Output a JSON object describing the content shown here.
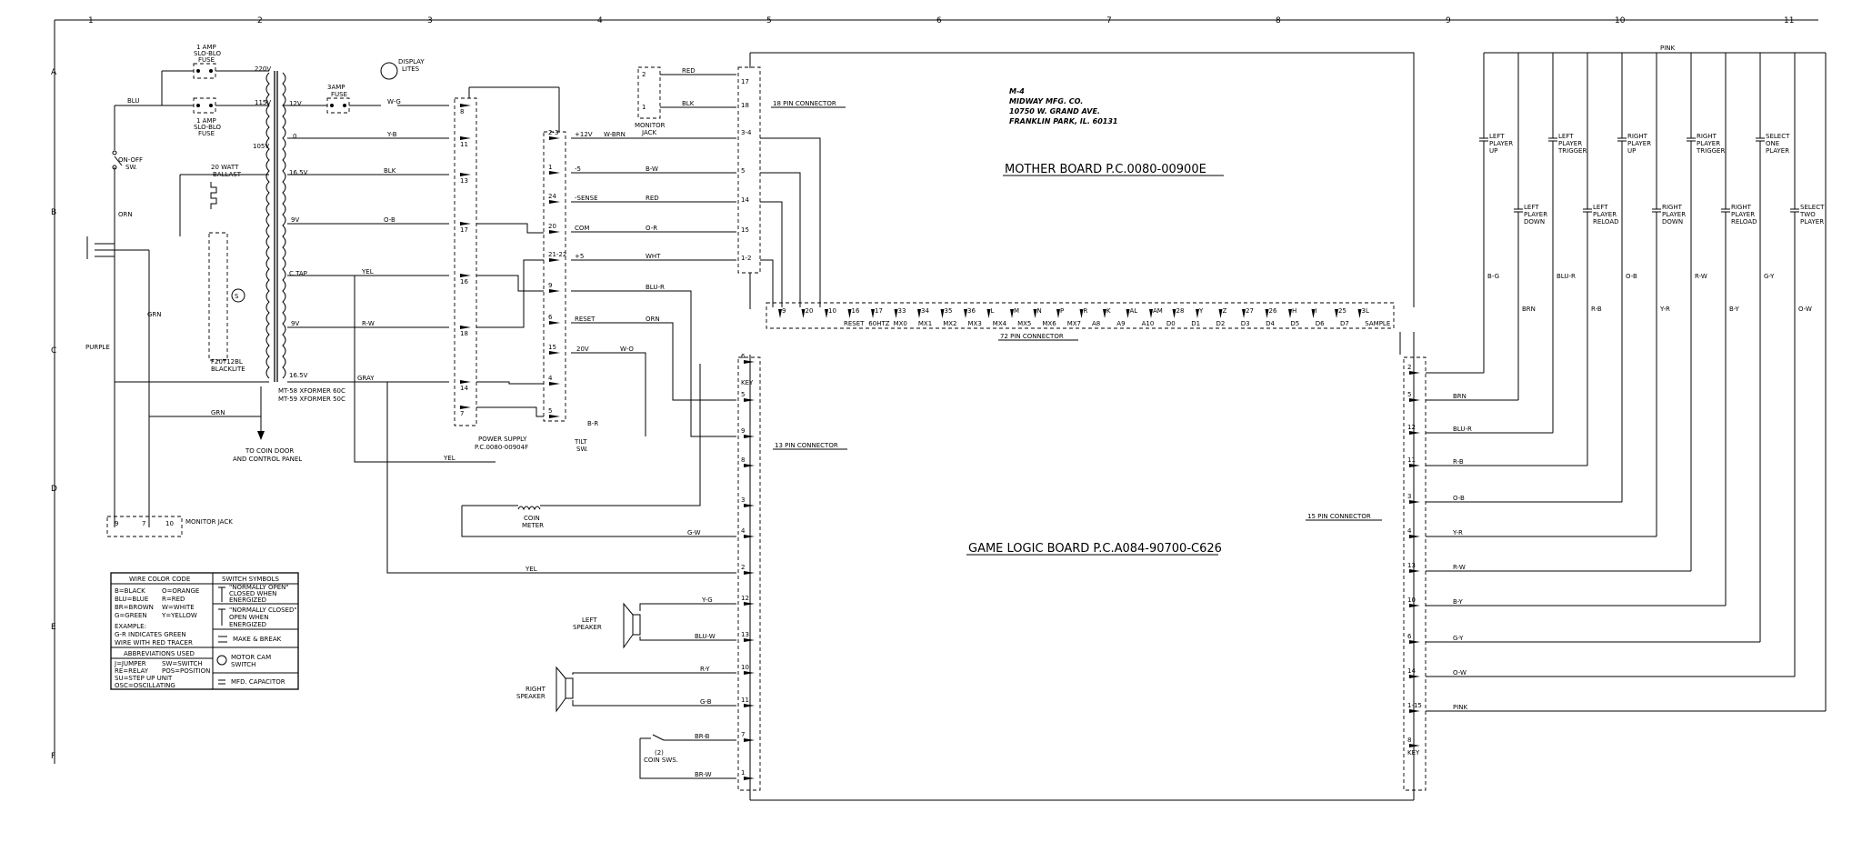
{
  "grid": {
    "columns": [
      "1",
      "2",
      "3",
      "4",
      "5",
      "6",
      "7",
      "8",
      "9",
      "10",
      "11"
    ],
    "rows": [
      "A",
      "B",
      "C",
      "D",
      "E",
      "F"
    ]
  },
  "manufacturer": {
    "model": "M-4",
    "company": "MIDWAY MFG. CO.",
    "street": "10750 W. GRAND AVE.",
    "city": "FRANKLIN PARK, IL. 60131"
  },
  "boards": {
    "mother": "MOTHER BOARD P.C.0080-00900E",
    "logic": "GAME LOGIC BOARD P.C.A084-90700-C626",
    "power_supply": [
      "POWER SUPPLY",
      "P.C.0080-00904F"
    ],
    "transformer": [
      "MT-58 XFORMER 60C",
      "MT-59 XFORMER 50C"
    ]
  },
  "connectors": {
    "c18": "18 PIN CONNECTOR",
    "c72": "72 PIN CONNECTOR",
    "c13": "13 PIN CONNECTOR",
    "c15": "15 PIN CONNECTOR"
  },
  "power_section": {
    "fuse1": [
      "1 AMP",
      "SLO-BLO",
      "FUSE"
    ],
    "fuse2": [
      "1 AMP",
      "SLO-BLO",
      "FUSE"
    ],
    "fuse3": [
      "3AMP",
      "FUSE"
    ],
    "display_lites": [
      "DISPLAY",
      "LITES"
    ],
    "on_off": [
      "ON-OFF",
      "SW."
    ],
    "ballast": [
      "20 WATT",
      "BALLAST"
    ],
    "blacklite": [
      "F20T12BL",
      "BLACKLITE"
    ],
    "taps": [
      "220V",
      "115V",
      "105V",
      "12V",
      "0",
      "16.5V",
      "9V",
      "C.TAP",
      "9V",
      "16.5V"
    ],
    "coin_door": [
      "TO COIN DOOR",
      "AND CONTROL PANEL"
    ],
    "monitor_jack_top": [
      "MONITOR",
      "JACK"
    ],
    "monitor_jack_bot": "MONITOR JACK",
    "tilt": [
      "TILT",
      "SW."
    ],
    "coin_meter": [
      "COIN",
      "METER"
    ]
  },
  "wires": {
    "left": [
      "BLU",
      "ORN",
      "GRN",
      "PURPLE",
      "GRN",
      "YEL",
      "GRAY",
      "R-W",
      "W-G",
      "Y-B",
      "BLK",
      "O-B",
      "YEL",
      "B-R"
    ],
    "ps_pins": [
      "+12V",
      "W-BRN",
      "-5",
      "B-W",
      "-SENSE",
      "RED",
      "COM",
      "O-R",
      "+5",
      "WHT",
      "BLU-R",
      "RESET",
      "ORN",
      "20V",
      "W-O"
    ],
    "monitor": [
      "RED",
      "BLK"
    ],
    "logic_left": [
      "G-W",
      "YEL",
      "Y-G",
      "BLU-W",
      "R-Y",
      "G-B",
      "BR-B",
      "BR-W"
    ]
  },
  "ps_connector_pins": [
    "8",
    "11",
    "13",
    "17",
    "16",
    "18",
    "14",
    "7"
  ],
  "ps_board_pins": [
    "2-3",
    "1",
    "24",
    "20",
    "21-22",
    "9",
    "6",
    "15",
    "4",
    "5"
  ],
  "c18_pins": [
    "17",
    "18",
    "3-4",
    "5",
    "14",
    "15",
    "1-2"
  ],
  "c72_pins": [
    "9",
    "20",
    "10",
    "16",
    "17",
    "33",
    "34",
    "35",
    "36",
    "L",
    "M",
    "N",
    "P",
    "R",
    "K",
    "AL",
    "AM",
    "28",
    "Y",
    "Z",
    "27",
    "26",
    "H",
    "I",
    "25",
    "3L"
  ],
  "c72_labels": [
    "RESET",
    "60HTZ",
    "MX0",
    "MX1",
    "MX2",
    "MX3",
    "MX4",
    "MX5",
    "MX6",
    "MX7",
    "A8",
    "A9",
    "A10",
    "D0",
    "D1",
    "D2",
    "D3",
    "D4",
    "D5",
    "D6",
    "D7",
    "SAMPLE"
  ],
  "c13_pins": [
    "6",
    "5",
    "9",
    "8",
    "3",
    "4",
    "2",
    "12",
    "13",
    "10",
    "11",
    "7",
    "1"
  ],
  "c13_key": "KEY",
  "c15_pins": [
    "2",
    "5",
    "12",
    "11",
    "3",
    "4",
    "13",
    "10",
    "6",
    "14",
    "1-15",
    "8"
  ],
  "c15_key": "KEY",
  "c15_wires": [
    "BRN",
    "BLU-R",
    "R-B",
    "O-B",
    "Y-R",
    "R-W",
    "B-Y",
    "G-Y",
    "O-W",
    "PINK"
  ],
  "switches": [
    {
      "label": [
        "LEFT",
        "PLAYER",
        "UP"
      ]
    },
    {
      "label": [
        "LEFT",
        "PLAYER",
        "DOWN"
      ]
    },
    {
      "label": [
        "LEFT",
        "PLAYER",
        "TRIGGER"
      ]
    },
    {
      "label": [
        "LEFT",
        "PLAYER",
        "RELOAD"
      ]
    },
    {
      "label": [
        "RIGHT",
        "PLAYER",
        "UP"
      ]
    },
    {
      "label": [
        "RIGHT",
        "PLAYER",
        "DOWN"
      ]
    },
    {
      "label": [
        "RIGHT",
        "PLAYER",
        "TRIGGER"
      ]
    },
    {
      "label": [
        "RIGHT",
        "PLAYER",
        "RELOAD"
      ]
    },
    {
      "label": [
        "SELECT",
        "ONE",
        "PLAYER"
      ]
    },
    {
      "label": [
        "SELECT",
        "TWO",
        "PLAYER"
      ]
    }
  ],
  "switch_wires": [
    "B-G",
    "BRN",
    "BLU-R",
    "R-B",
    "O-B",
    "Y-R",
    "R-W",
    "B-Y",
    "G-Y",
    "O-W"
  ],
  "pink": "PINK",
  "speakers": {
    "left": [
      "LEFT",
      "SPEAKER"
    ],
    "right": [
      "RIGHT",
      "SPEAKER"
    ],
    "coin_sws": [
      "(2)",
      "COIN SWS."
    ]
  },
  "legend": {
    "wire_title": "WIRE COLOR CODE",
    "wire_codes": [
      "B=BLACK",
      "BLU=BLUE",
      "BR=BROWN",
      "G=GREEN",
      "O=ORANGE",
      "R=RED",
      "W=WHITE",
      "Y=YELLOW"
    ],
    "example": [
      "EXAMPLE:",
      "G-R  INDICATES GREEN",
      "WIRE WITH RED TRACER"
    ],
    "abbr_title": "ABBREVIATIONS USED",
    "abbr": [
      "J=JUMPER",
      "SW=SWITCH",
      "RE=RELAY",
      "POS=POSITION",
      "SU=STEP UP UNIT",
      "OSC=OSCILLATING"
    ],
    "switch_title": "SWITCH SYMBOLS",
    "switch_symbols": [
      "\"NORMALLY OPEN\"",
      "CLOSED WHEN",
      "ENERGIZED",
      "\"NORMALLY CLOSED\"",
      "OPEN WHEN",
      "ENERGIZED",
      "MAKE & BREAK",
      "MOTOR CAM",
      "SWITCH",
      "MFD. CAPACITOR"
    ]
  }
}
